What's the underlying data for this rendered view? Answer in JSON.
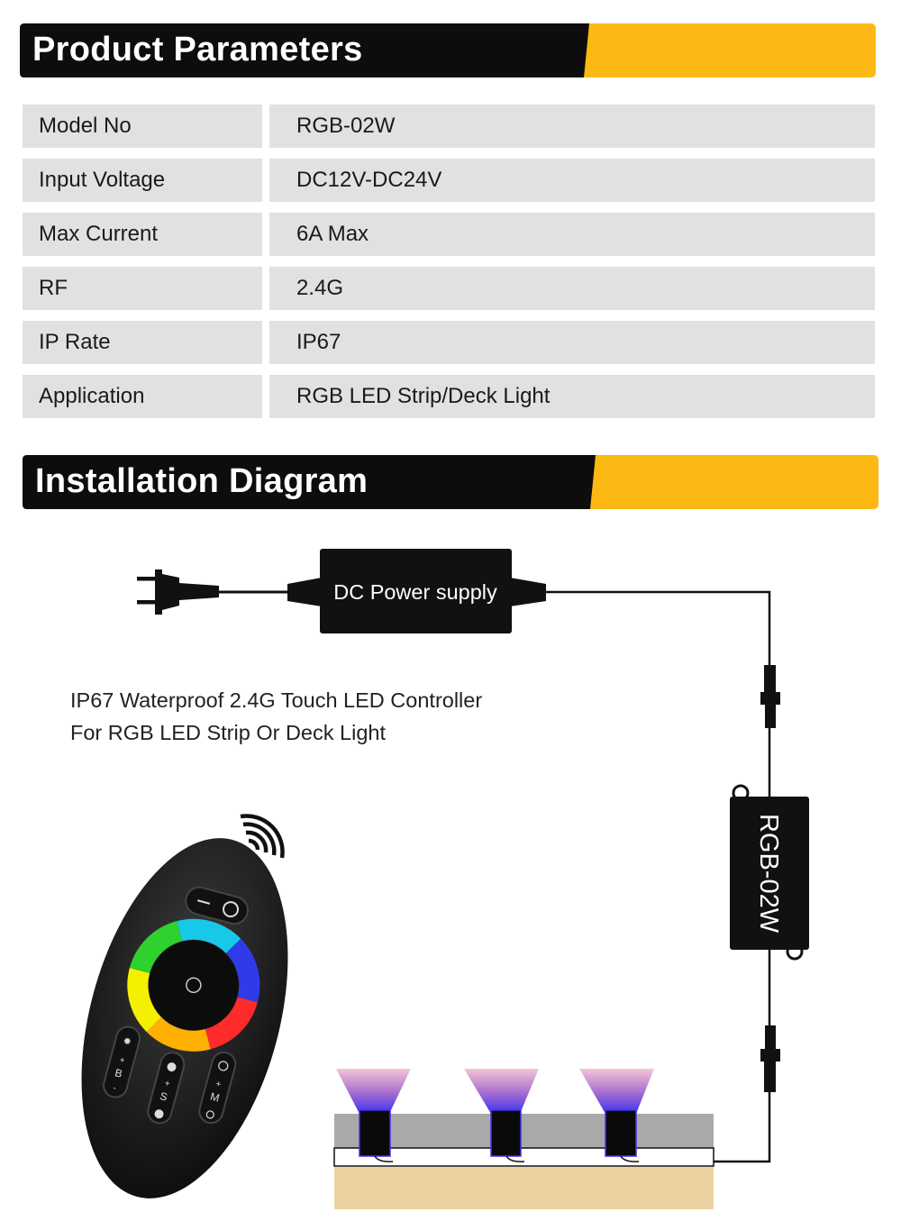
{
  "sections": {
    "parameters_title": "Product Parameters",
    "diagram_title": "Installation Diagram"
  },
  "parameters": [
    {
      "label": "Model No",
      "value": "RGB-02W"
    },
    {
      "label": "Input Voltage",
      "value": "DC12V-DC24V"
    },
    {
      "label": "Max Current",
      "value": "6A Max"
    },
    {
      "label": "RF",
      "value": "2.4G"
    },
    {
      "label": "IP Rate",
      "value": "IP67"
    },
    {
      "label": "Application",
      "value": "RGB LED Strip/Deck Light"
    }
  ],
  "diagram": {
    "power_supply_label": "DC  Power supply",
    "controller_label": "RGB-02W",
    "description_line1": "IP67 Waterproof 2.4G Touch LED Controller",
    "description_line2": "For RGB LED Strip Or Deck Light",
    "remote_keys": [
      "B",
      "S",
      "M"
    ]
  },
  "colors": {
    "banner_black": "#0d0d0d",
    "banner_yellow": "#fdb913",
    "table_cell": "#e1e1e1",
    "deck_gray": "#a9a9a9",
    "deck_wood": "#ecd2a0"
  }
}
